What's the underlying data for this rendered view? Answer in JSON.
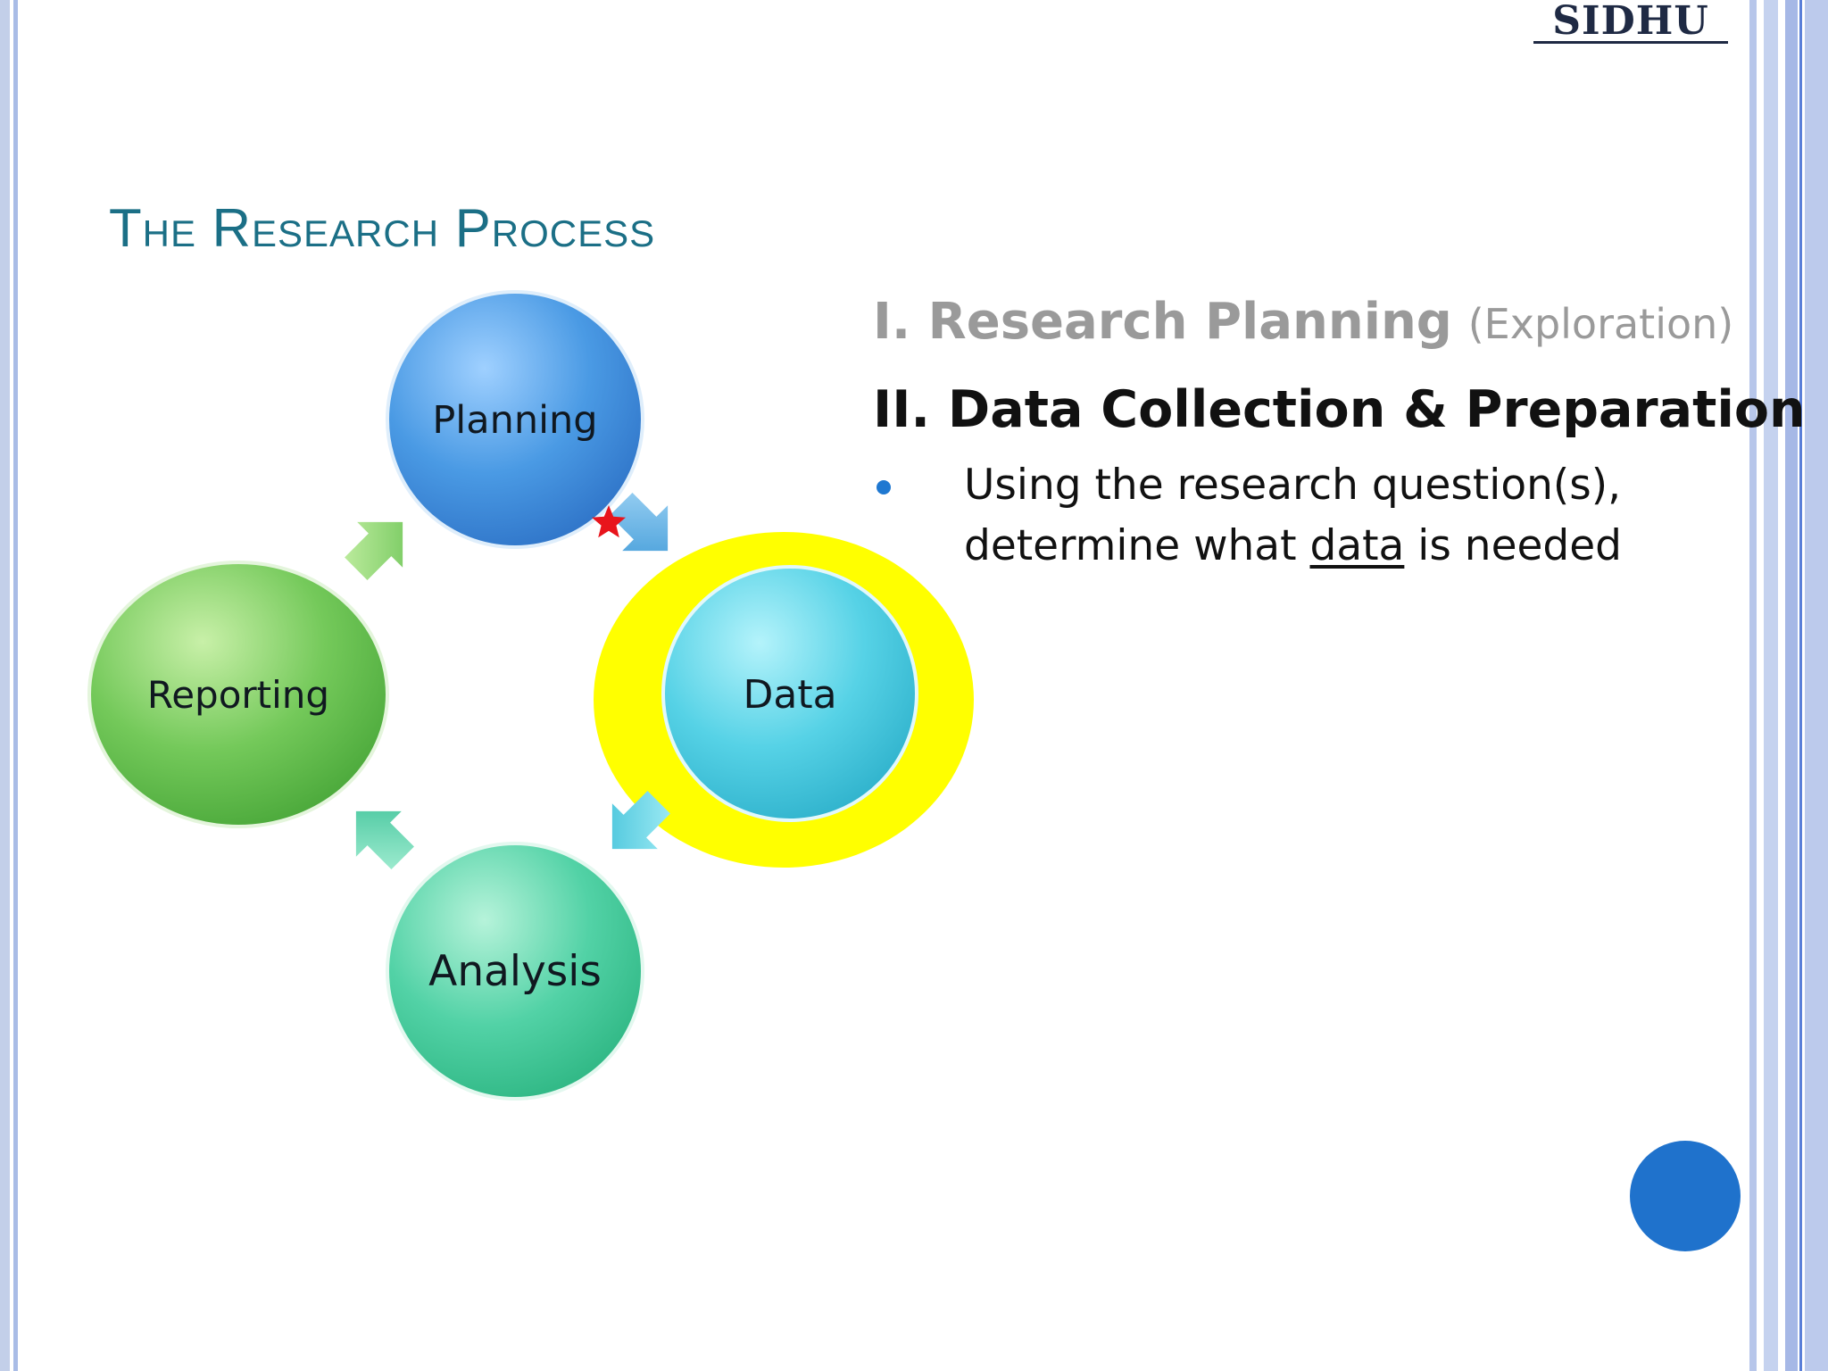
{
  "logo": {
    "text": "SIDHU"
  },
  "title": "The Research Process",
  "diagram": {
    "nodes": [
      {
        "id": "planning",
        "label": "Planning",
        "highlighted": false
      },
      {
        "id": "data",
        "label": "Data",
        "highlighted": true
      },
      {
        "id": "analysis",
        "label": "Analysis",
        "highlighted": false
      },
      {
        "id": "reporting",
        "label": "Reporting",
        "highlighted": false
      }
    ],
    "cycle_order": [
      "planning",
      "data",
      "analysis",
      "reporting"
    ],
    "marker": "star-icon",
    "colors": {
      "planning": "#3f8fdc",
      "data": "#3fc8de",
      "analysis": "#3fcc9c",
      "reporting": "#5fbf4c",
      "highlight_ring": "#ffff00",
      "marker": "#e8141c"
    }
  },
  "steps": {
    "step1": {
      "main": "I. Research Planning",
      "note": "(Exploration)"
    },
    "step2": {
      "main": "II. Data Collection & Preparation"
    },
    "bullet": {
      "before": "Using the research question(s), determine what ",
      "emphasis": "data",
      "after": " is needed"
    }
  },
  "colors": {
    "title": "#1b6f86",
    "muted_text": "#9a9a9a",
    "bullet": "#1f78d1",
    "nav_dot": "#1f72cc"
  }
}
